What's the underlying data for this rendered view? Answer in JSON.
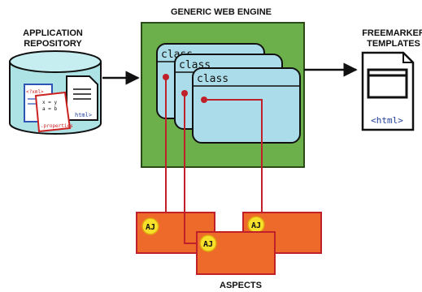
{
  "labels": {
    "repo_line1": "APPLICATION",
    "repo_line2": "REPOSITORY",
    "engine": "GENERIC WEB ENGINE",
    "fm_line1": "FREEMARKER",
    "fm_line2": "TEMPLATES",
    "aspects": "ASPECTS"
  },
  "repo_docs": {
    "xml_tag": "<?xml>",
    "html_tag": "html>",
    "prop_line1": "x = y",
    "prop_line2": "a = b",
    "prop_name": ".properties"
  },
  "classes": [
    "class",
    "class",
    "class"
  ],
  "template": {
    "html_tag": "<html>"
  },
  "aspects": [
    "AJ",
    "AJ",
    "AJ"
  ],
  "colors": {
    "engine_fill": "#6bb04a",
    "engine_border": "#2a4a18",
    "class_fill": "#aadde9",
    "aspect_fill": "#ee6a2a",
    "aspect_badge": "#f6e02a",
    "connector": "#c0202a",
    "repo_fill": "#aee3e6"
  }
}
